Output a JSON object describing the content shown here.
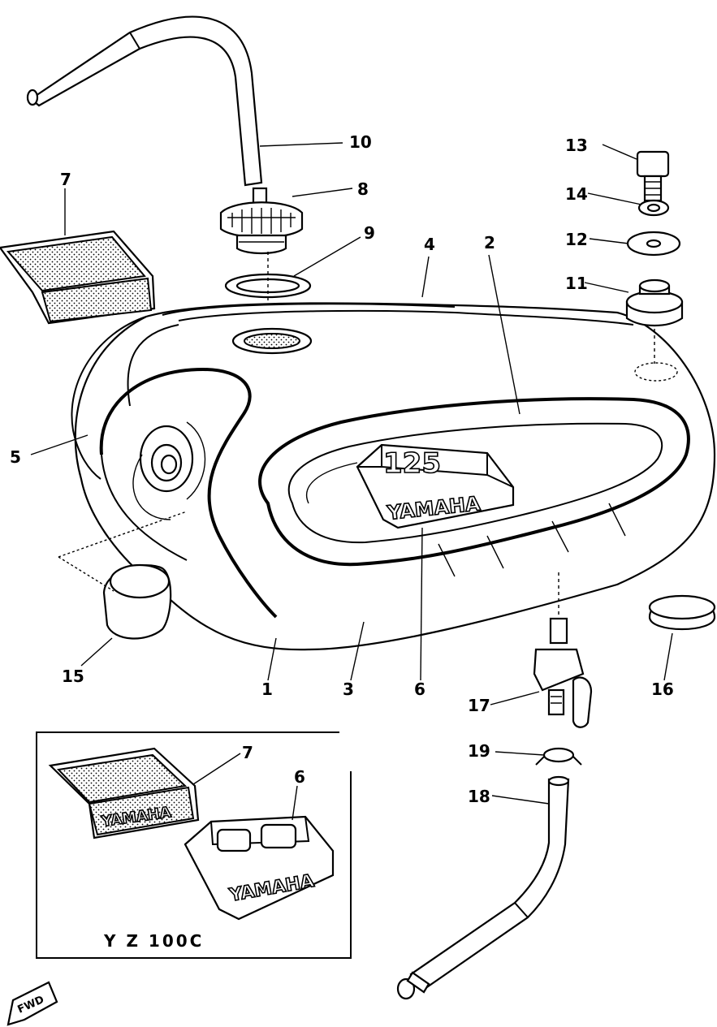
{
  "callouts": [
    {
      "id": "1",
      "text": "1"
    },
    {
      "id": "2",
      "text": "2"
    },
    {
      "id": "3",
      "text": "3"
    },
    {
      "id": "4",
      "text": "4"
    },
    {
      "id": "5",
      "text": "5"
    },
    {
      "id": "6a",
      "text": "6"
    },
    {
      "id": "6b",
      "text": "6"
    },
    {
      "id": "7a",
      "text": "7"
    },
    {
      "id": "7b",
      "text": "7"
    },
    {
      "id": "8",
      "text": "8"
    },
    {
      "id": "9",
      "text": "9"
    },
    {
      "id": "10",
      "text": "10"
    },
    {
      "id": "11",
      "text": "11"
    },
    {
      "id": "12",
      "text": "12"
    },
    {
      "id": "13",
      "text": "13"
    },
    {
      "id": "14",
      "text": "14"
    },
    {
      "id": "15",
      "text": "15"
    },
    {
      "id": "16",
      "text": "16"
    },
    {
      "id": "17",
      "text": "17"
    },
    {
      "id": "18",
      "text": "18"
    },
    {
      "id": "19",
      "text": "19"
    }
  ],
  "inset": {
    "label": "Y Z 100C"
  },
  "emblems": {
    "brand": "YAMAHA",
    "main_number": "125"
  },
  "forward_marker": "FWD"
}
